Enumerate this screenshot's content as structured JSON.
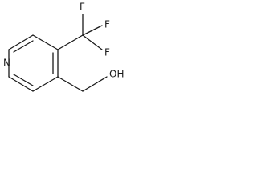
{
  "molecule": {
    "atoms": {
      "nitrogen": "N",
      "fluorine_top": "F",
      "fluorine_right": "F",
      "fluorine_lower": "F",
      "hydroxyl": "OH"
    }
  }
}
